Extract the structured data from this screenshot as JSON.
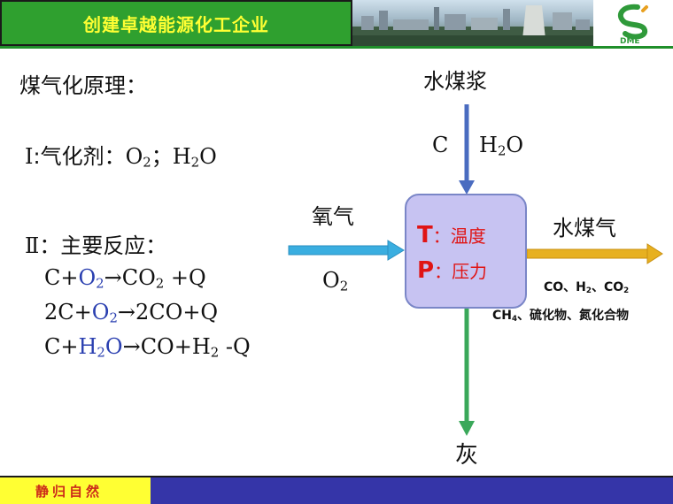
{
  "header": {
    "title": "创建卓越能源化工企业",
    "logo_text": "DME"
  },
  "left": {
    "heading": "煤气化原理：",
    "section1": {
      "roman": "Ⅰ",
      "label": ":气化剂：",
      "agent1": "O",
      "agent1_sub": "2",
      "sep": "；",
      "agent2": "H",
      "agent2_sub": "2",
      "agent2_end": "O"
    },
    "section2": {
      "roman": "Ⅱ",
      "label": "：主要反应："
    },
    "reactions": [
      {
        "a": "C+",
        "b": "O",
        "b_sub": "2",
        "arrow": "→",
        "c": "CO",
        "c_sub": "2",
        "d": " +Q"
      },
      {
        "a": "2C+",
        "b": "O",
        "b_sub": "2",
        "arrow": "→",
        "c": "2CO+Q"
      },
      {
        "a": "C+",
        "b": "H",
        "b_sub": "2",
        "b_end": "O",
        "arrow": "→",
        "c": "CO+H",
        "c_sub": "2",
        "d": " -Q"
      }
    ]
  },
  "diagram": {
    "top_input": "水煤浆",
    "top_species_c": "C",
    "top_species_h": "H",
    "top_species_h_sub": "2",
    "top_species_h_end": "O",
    "left_input": "氧气",
    "left_species": "O",
    "left_species_sub": "2",
    "box_t_letter": "T",
    "box_t_colon": "：",
    "box_t_word": "温度",
    "box_p_letter": "P",
    "box_p_colon": "：",
    "box_p_word": "压力",
    "right_output": "水煤气",
    "right_line1_a": "CO、H",
    "right_line1_sub1": "2",
    "right_line1_b": "、CO",
    "right_line1_sub2": "2",
    "right_line2_a": "CH",
    "right_line2_sub": "4",
    "right_line2_b": "、硫化物、氮化合物",
    "bottom_output": "灰"
  },
  "footer": {
    "motto": "静归自然"
  },
  "colors": {
    "header_green": "#2fa02f",
    "header_text": "#ffff33",
    "oxygen_arrow": "#3aaee0",
    "slurry_arrow": "#4a6cc0",
    "gas_arrow": "#e7b020",
    "ash_arrow": "#3aa85a",
    "box_fill": "#c7c3f2",
    "box_text": "#e01414",
    "footer_yellow": "#ffff33",
    "footer_blue": "#3535a8"
  }
}
